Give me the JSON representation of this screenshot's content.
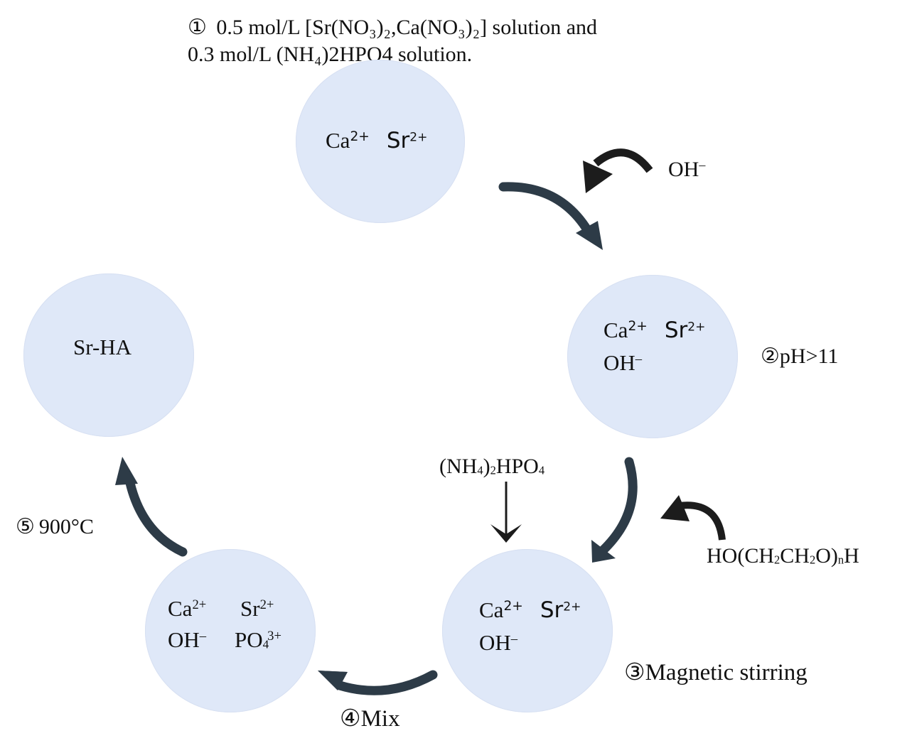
{
  "colors": {
    "circle_fill": "#dfe8f8",
    "cycle_arrow": "#2d3b47",
    "reagent_arrow": "#1c1c1c",
    "text": "#111111"
  },
  "step1": {
    "number": "①",
    "line1": "0.5 mol/L [Sr(NO₃)₂,Ca(NO₃)₂] solution and",
    "line2": "0.3 mol/L (NH₄)2HPO4 solution."
  },
  "step2": {
    "number": "②",
    "label": "pH>11"
  },
  "step3": {
    "number": "③",
    "label": "Magnetic stirring"
  },
  "step4": {
    "number": "④",
    "label": "Mix"
  },
  "step5": {
    "number": "⑤",
    "label": "900°C"
  },
  "reagents": {
    "hydroxide": {
      "base": "OH",
      "charge": "–"
    },
    "phosphate": {
      "p1": "(NH",
      "s1": "4",
      "p2": ")",
      "s2": "2",
      "p3": "HPO",
      "s3": "4"
    },
    "peg": {
      "p1": "HO(CH",
      "s1": "2",
      "p2": "CH",
      "s2": "2",
      "p3": "O)",
      "s3": "n",
      "p4": "H"
    }
  },
  "circles": {
    "c1": {
      "ca": "Ca",
      "ca_charge": "2+",
      "sr": "Sr",
      "sr_charge": "2+"
    },
    "c2": {
      "ca": "Ca",
      "ca_charge": "2+",
      "sr": "Sr",
      "sr_charge": "2+",
      "oh": "OH",
      "oh_charge": "–"
    },
    "c3": {
      "ca": "Ca",
      "ca_charge": "2+",
      "sr": "Sr",
      "sr_charge": "2+",
      "oh": "OH",
      "oh_charge": "–"
    },
    "c4": {
      "ca": "Ca",
      "ca_charge": "2+",
      "sr": "Sr",
      "sr_charge": "2+",
      "oh": "OH",
      "oh_charge": "–",
      "po": "PO",
      "po_sub": "4",
      "po_charge": "3+"
    },
    "c5": {
      "label": "Sr-HA"
    }
  }
}
